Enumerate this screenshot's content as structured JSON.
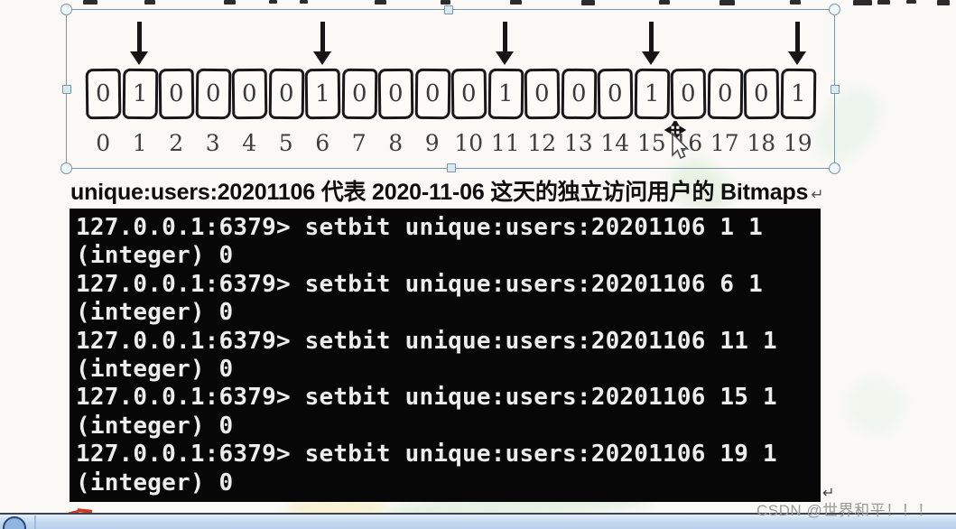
{
  "bitmap_diagram": {
    "bits": [
      "0",
      "1",
      "0",
      "0",
      "0",
      "0",
      "1",
      "0",
      "0",
      "0",
      "0",
      "1",
      "0",
      "0",
      "0",
      "1",
      "0",
      "0",
      "0",
      "1"
    ],
    "indices": [
      "0",
      "1",
      "2",
      "3",
      "4",
      "5",
      "6",
      "7",
      "8",
      "9",
      "10",
      "11",
      "12",
      "13",
      "14",
      "15",
      "16",
      "17",
      "18",
      "19"
    ],
    "arrow_indices": [
      1,
      6,
      11,
      15,
      19
    ]
  },
  "caption": {
    "text": "unique:users:20201106 代表 2020-11-06 这天的独立访问用户的 Bitmaps",
    "line_break_mark": "↵"
  },
  "terminal": {
    "lines": [
      "127.0.0.1:6379> setbit unique:users:20201106 1 1",
      "(integer) 0",
      "127.0.0.1:6379> setbit unique:users:20201106 6 1",
      "(integer) 0",
      "127.0.0.1:6379> setbit unique:users:20201106 11 1",
      "(integer) 0",
      "127.0.0.1:6379> setbit unique:users:20201106 15 1",
      "(integer) 0",
      "127.0.0.1:6379> setbit unique:users:20201106 19 1",
      "(integer) 0"
    ],
    "end_mark": "↵"
  },
  "watermark": {
    "text": "CSDN @世界和平！！！"
  },
  "colors": {
    "terminal_bg": "#070707",
    "terminal_text": "#ededed",
    "selection_border": "#7d96a6",
    "taskbar_blue": "#c3d8ef",
    "red_accent": "#cb3a28"
  }
}
